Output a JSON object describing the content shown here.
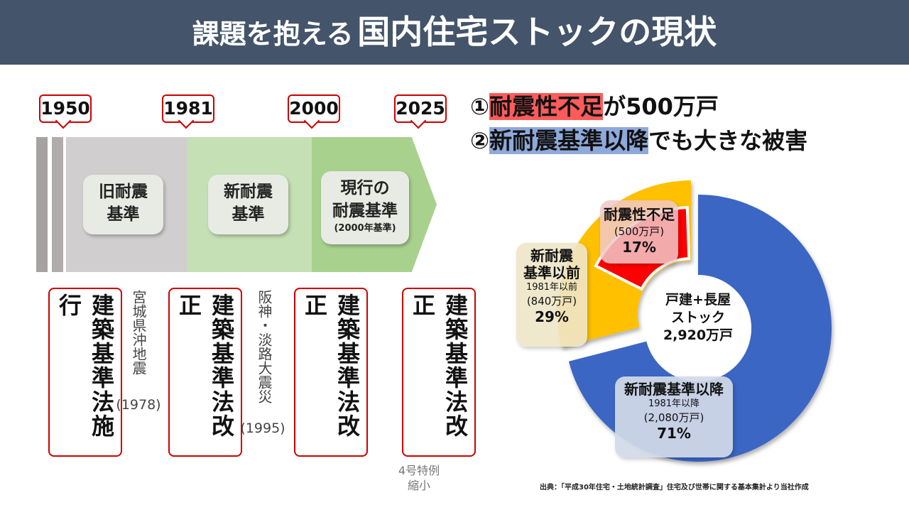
{
  "title": {
    "part1": "課題を抱える",
    "part2": "国内住宅ストックの現状"
  },
  "timeline": {
    "years": [
      "1950",
      "1981",
      "2000",
      "2025"
    ],
    "periods": [
      {
        "line1": "旧耐震",
        "line2": "基準"
      },
      {
        "line1": "新耐震",
        "line2": "基準"
      },
      {
        "line1": "現行の",
        "line2": "耐震基準",
        "sub": "(2000年基準)"
      }
    ],
    "events": [
      "建築基準法施行",
      "建築基準法改正",
      "建築基準法改正",
      "建築基準法改正"
    ],
    "quakes": [
      {
        "name": "宮城県沖地震",
        "year": "(1978)"
      },
      {
        "name": "阪神・淡路大震災",
        "year": "(1995)"
      }
    ],
    "note": {
      "line1": "4号特例",
      "line2": "縮小"
    }
  },
  "points": [
    {
      "num": "①",
      "highlight": "耐震性不足",
      "rest": "が500万戸",
      "color": "#ff5b5b"
    },
    {
      "num": "②",
      "highlight": "新耐震基準以降",
      "rest": "でも大きな被害",
      "color": "#8ea9db"
    }
  ],
  "chart_data": {
    "type": "pie",
    "center": {
      "line1": "戸建+長屋",
      "line2": "ストック",
      "line3": "2,920万戸"
    },
    "slices": [
      {
        "name": "新耐震基準以降",
        "sub": "1981年以降",
        "count": "(2,080万戸)",
        "pct": "71%",
        "value": 71,
        "color": "#3a66c4"
      },
      {
        "name_l1": "新耐震",
        "name_l2": "基準以前",
        "sub": "1981年以前",
        "count": "(840万戸)",
        "pct": "29%",
        "value": 29,
        "color": "#ffc000"
      }
    ],
    "subslice": {
      "name": "耐震性不足",
      "count": "(500万戸)",
      "pct": "17%",
      "value": 17,
      "color": "#ff0000"
    }
  },
  "source": "出典：「平成30年住宅・土地統計調査」住宅及び世帯に関する基本集計より当社作成"
}
